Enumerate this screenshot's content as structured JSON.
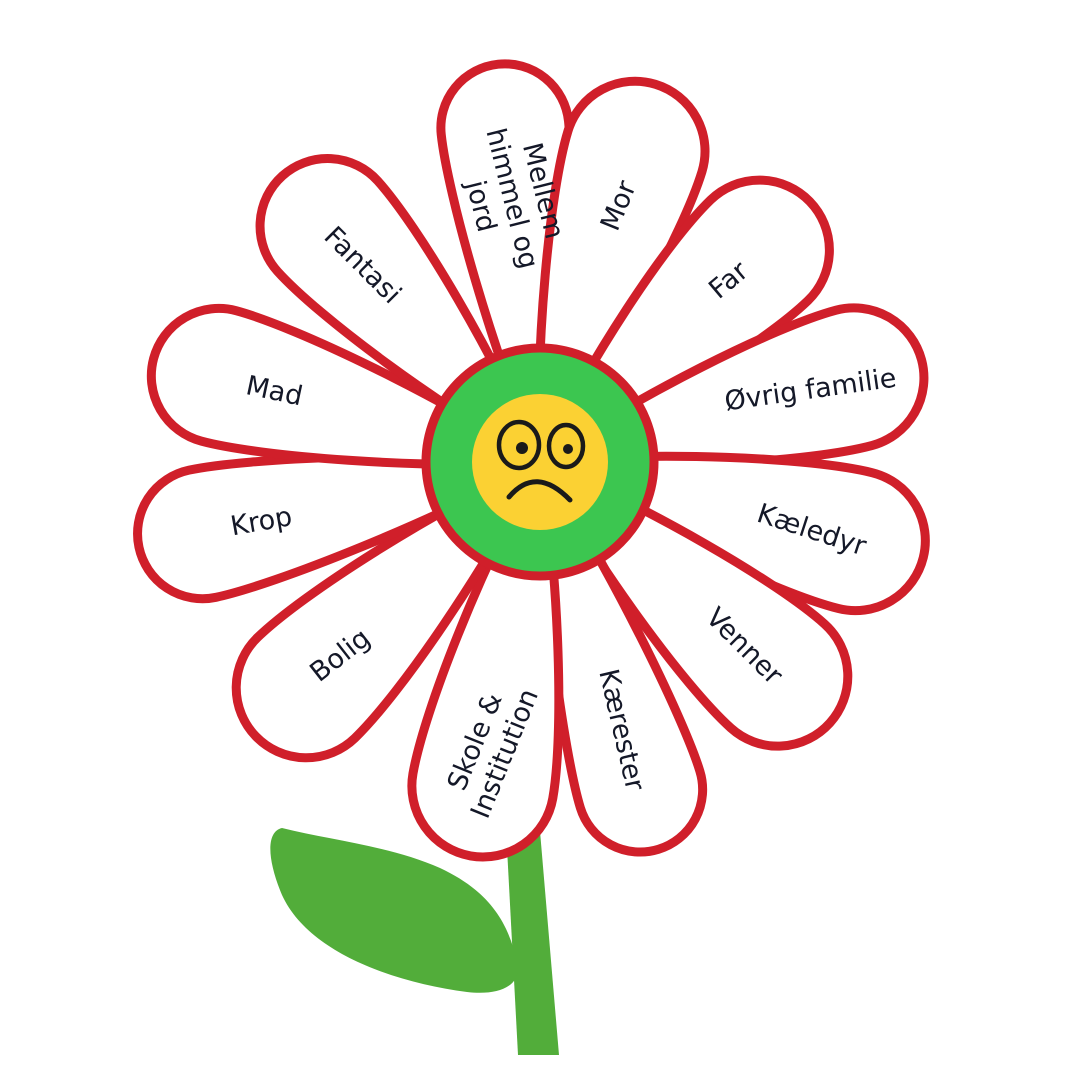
{
  "colors": {
    "petal_outline": "#d01f2a",
    "petal_fill": "#ffffff",
    "center_ring": "#3cc650",
    "face": "#fbd133",
    "stem": "#52ad3a",
    "leaf": "#52ad3a",
    "text": "#141828"
  },
  "center": {
    "icon": "sad-face-icon"
  },
  "petals": [
    {
      "id": "mellem-himmel-og-jord",
      "lines": [
        "Mellem",
        "himmel og",
        "jord"
      ]
    },
    {
      "id": "mor",
      "lines": [
        "Mor"
      ]
    },
    {
      "id": "far",
      "lines": [
        "Far"
      ]
    },
    {
      "id": "ovrig-familie",
      "lines": [
        "Øvrig familie"
      ]
    },
    {
      "id": "kaeledyr",
      "lines": [
        "Kæledyr"
      ]
    },
    {
      "id": "venner",
      "lines": [
        "Venner"
      ]
    },
    {
      "id": "kaerester",
      "lines": [
        "Kærester"
      ]
    },
    {
      "id": "skole-institution",
      "lines": [
        "Skole &",
        "Institution"
      ]
    },
    {
      "id": "bolig",
      "lines": [
        "Bolig"
      ]
    },
    {
      "id": "krop",
      "lines": [
        "Krop"
      ]
    },
    {
      "id": "mad",
      "lines": [
        "Mad"
      ]
    },
    {
      "id": "fantasi",
      "lines": [
        "Fantasi"
      ]
    }
  ]
}
